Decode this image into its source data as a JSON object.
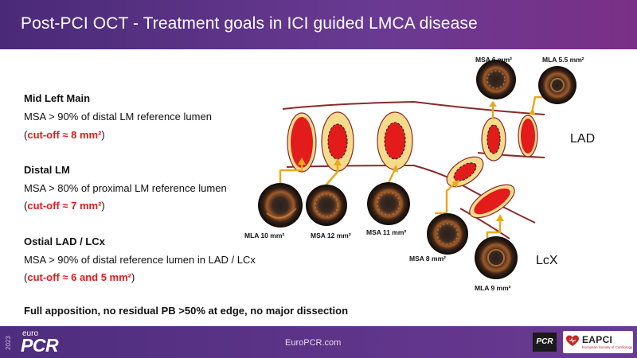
{
  "header": {
    "title": "Post-PCI OCT - Treatment goals in ICI guided LMCA disease"
  },
  "sections": [
    {
      "heading": "Mid Left Main",
      "body": "MSA > 90% of distal LM reference lumen",
      "cutoff_open": "(",
      "cutoff": "cut-off ≈ 8 mm²",
      "cutoff_close": ")"
    },
    {
      "heading": "Distal LM",
      "body": "MSA > 80% of proximal LM reference lumen",
      "cutoff_open": "(",
      "cutoff": "cut-off ≈ 7 mm²",
      "cutoff_close": ")"
    },
    {
      "heading": "Ostial LAD / LCx",
      "body": "MSA > 90% of distal reference lumen in LAD / LCx",
      "cutoff_open": "(",
      "cutoff": "cut-off ≈ 6 and 5 mm²",
      "cutoff_close": ")"
    }
  ],
  "final_note": "Full apposition, no residual PB >50% at edge, no major dissection",
  "diagram": {
    "branches": {
      "lad": "LAD",
      "lcx": "LcX"
    },
    "labels": {
      "mla10": "MLA 10 mm²",
      "msa12": "MSA 12 mm²",
      "msa11": "MSA 11 mm²",
      "msa8": "MSA 8 mm²",
      "mla9": "MLA 9 mm²",
      "msa6": "MSA 6 mm²",
      "mla55": "MLA 5.5 mm²"
    }
  },
  "footer": {
    "year": "2023",
    "logo_euro": "euro",
    "logo_pcr": "PCR",
    "url": "EuroPCR.com",
    "pcr_badge": "PCR",
    "eapci": "EAPCI",
    "eapci_sub": "European Society of Cardiology"
  },
  "colors": {
    "header": "#5b3388",
    "red": "#e31b1b",
    "lumen": "#f5dc8c",
    "arrow": "#e8a820",
    "vessel": "#8b2a2a"
  }
}
